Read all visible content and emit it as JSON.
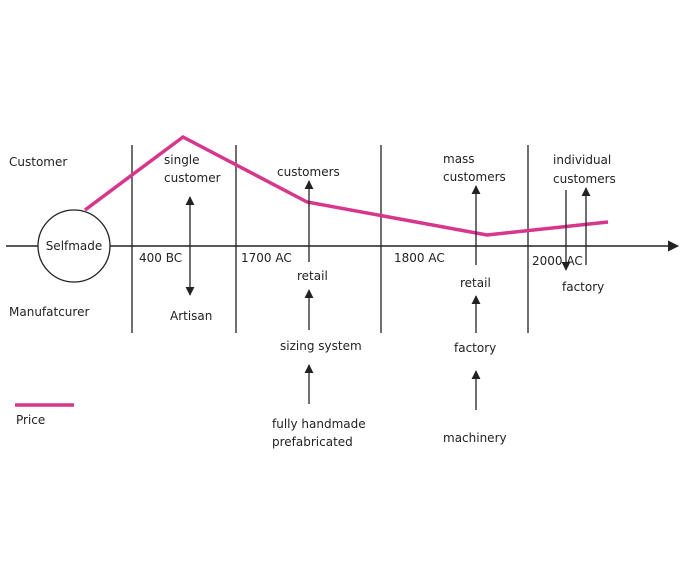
{
  "rows": {
    "customer": "Customer",
    "manufacturer": "Manufatcurer"
  },
  "origin": "Selfmade",
  "eras": [
    "400 BC",
    "1700 AC",
    "1800 AC",
    "2000 AC"
  ],
  "era_400bc": {
    "top1": "single",
    "top2": "customer",
    "bottom": "Artisan"
  },
  "era_1700": {
    "top": "customers",
    "mid": "retail",
    "low": "sizing system",
    "base1": "fully handmade",
    "base2": "prefabricated"
  },
  "era_1800": {
    "top1": "mass",
    "top2": "customers",
    "mid": "retail",
    "low": "factory",
    "base": "machinery"
  },
  "era_2000": {
    "top1": "individual",
    "top2": "customers",
    "mid": "factory"
  },
  "legend": {
    "price_label": "Price",
    "price_color": "#d6368c"
  }
}
